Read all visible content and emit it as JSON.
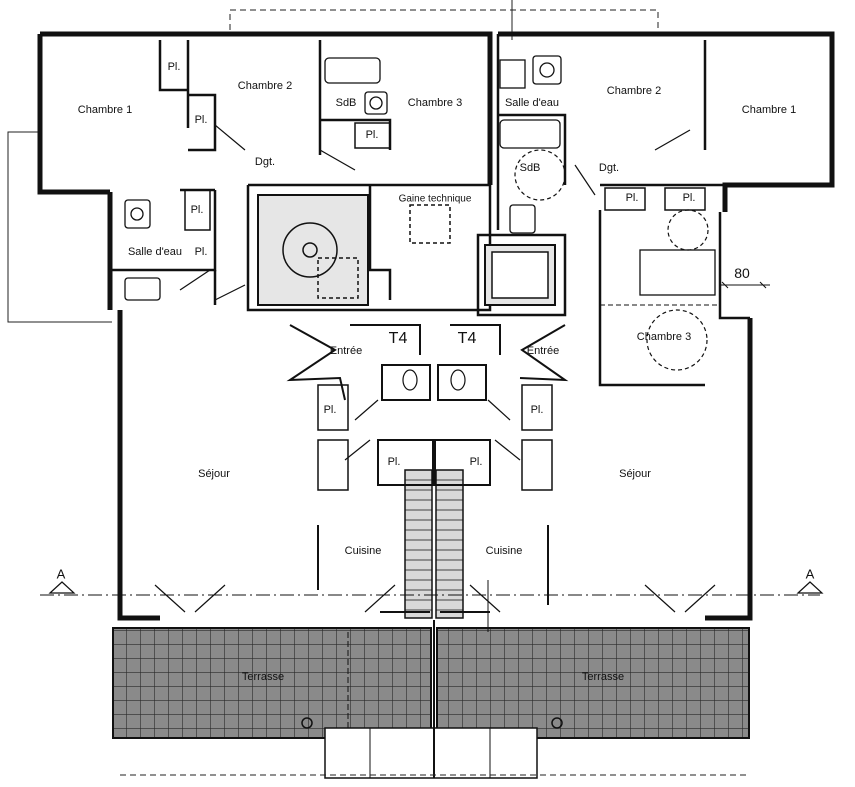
{
  "plan": {
    "left_unit": {
      "chambre1": "Chambre 1",
      "chambre2": "Chambre 2",
      "chambre3": "Chambre 3",
      "sdb": "SdB",
      "salle_eau": "Salle d'eau",
      "dgt": "Dgt.",
      "entree": "Entrée",
      "sejour": "Séjour",
      "cuisine": "Cuisine",
      "terrasse": "Terrasse",
      "type": "T4"
    },
    "right_unit": {
      "chambre1": "Chambre 1",
      "chambre2": "Chambre 2",
      "chambre3": "Chambre 3",
      "sdb": "SdB",
      "salle_eau": "Salle d'eau",
      "dgt": "Dgt.",
      "entree": "Entrée",
      "sejour": "Séjour",
      "cuisine": "Cuisine",
      "terrasse": "Terrasse",
      "type": "T4"
    },
    "closet_label": "Pl.",
    "gaine": "Gaine technique",
    "dimension": "80",
    "section_mark": "A"
  }
}
